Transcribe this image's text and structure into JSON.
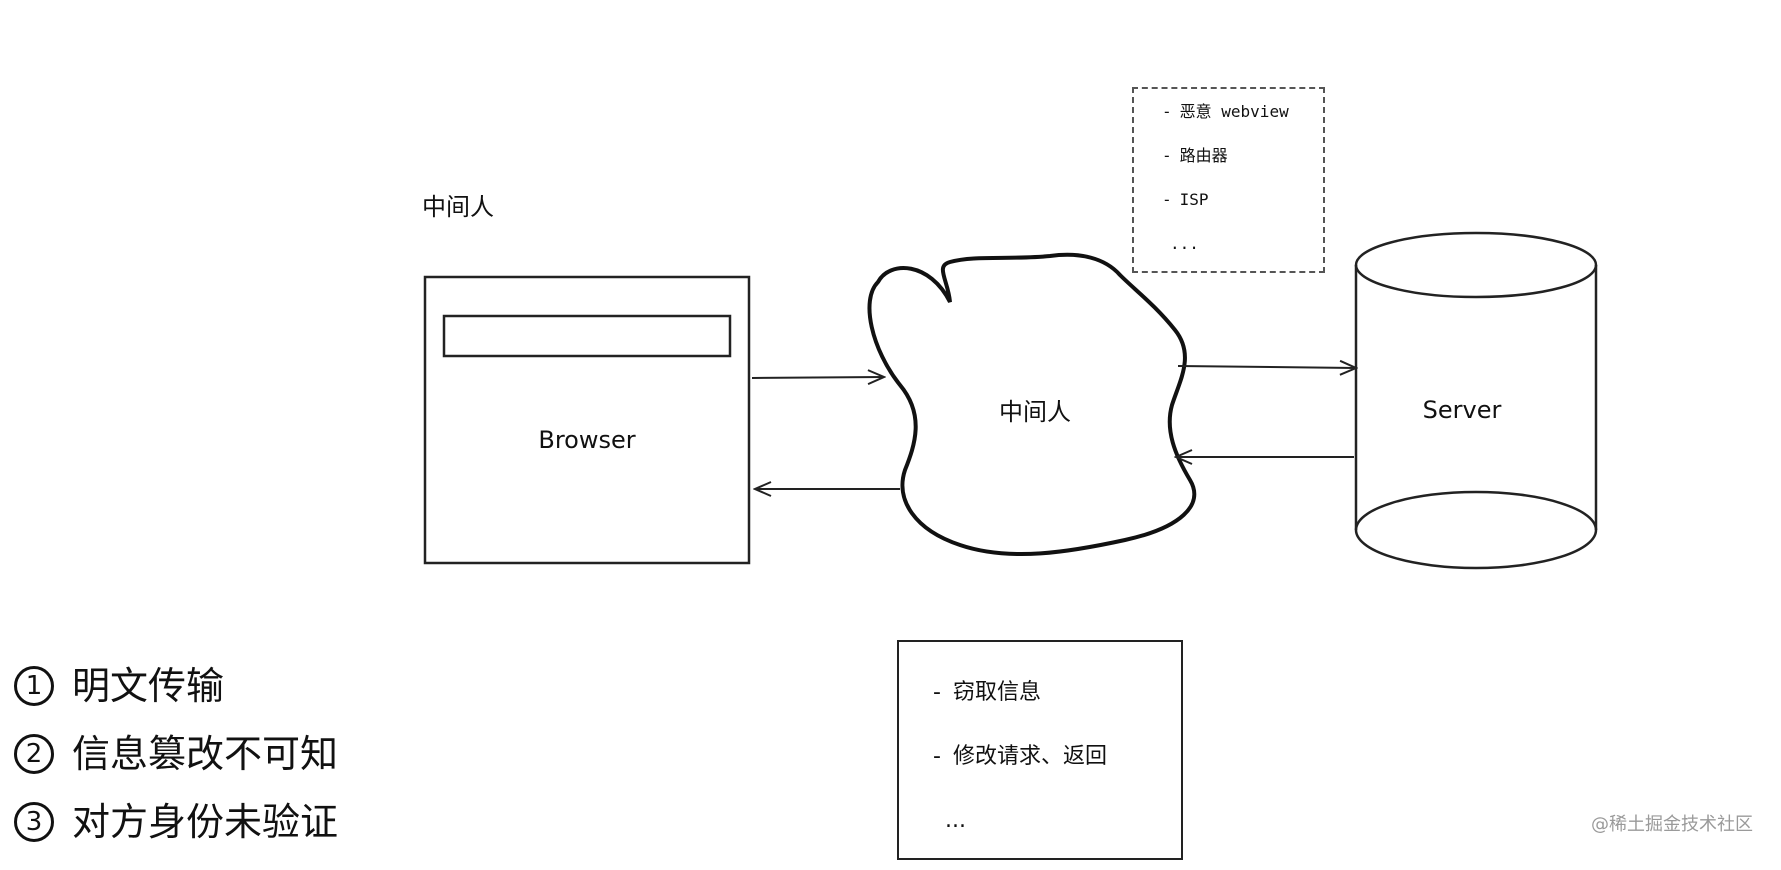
{
  "diagram": {
    "title": "中间人",
    "browser_label": "Browser",
    "cloud_label": "中间人",
    "server_label": "Server",
    "dashed_list": [
      {
        "dash": "-",
        "text": "恶意 webview"
      },
      {
        "dash": "-",
        "text": "路由器"
      },
      {
        "dash": "-",
        "text": "ISP"
      },
      {
        "dash": "",
        "text": "..."
      }
    ],
    "solid_list": [
      {
        "dash": "-",
        "text": "窃取信息"
      },
      {
        "dash": "-",
        "text": "修改请求、返回"
      },
      {
        "dash": "",
        "text": "..."
      }
    ]
  },
  "points": [
    {
      "num": "1",
      "text": "明文传输"
    },
    {
      "num": "2",
      "text": "信息篡改不可知"
    },
    {
      "num": "3",
      "text": "对方身份未验证"
    }
  ],
  "watermark": "@稀土掘金技术社区",
  "colors": {
    "stroke": "#111111",
    "dashed_border": "#555555",
    "watermark": "#9a9a9a",
    "background": "#ffffff"
  }
}
